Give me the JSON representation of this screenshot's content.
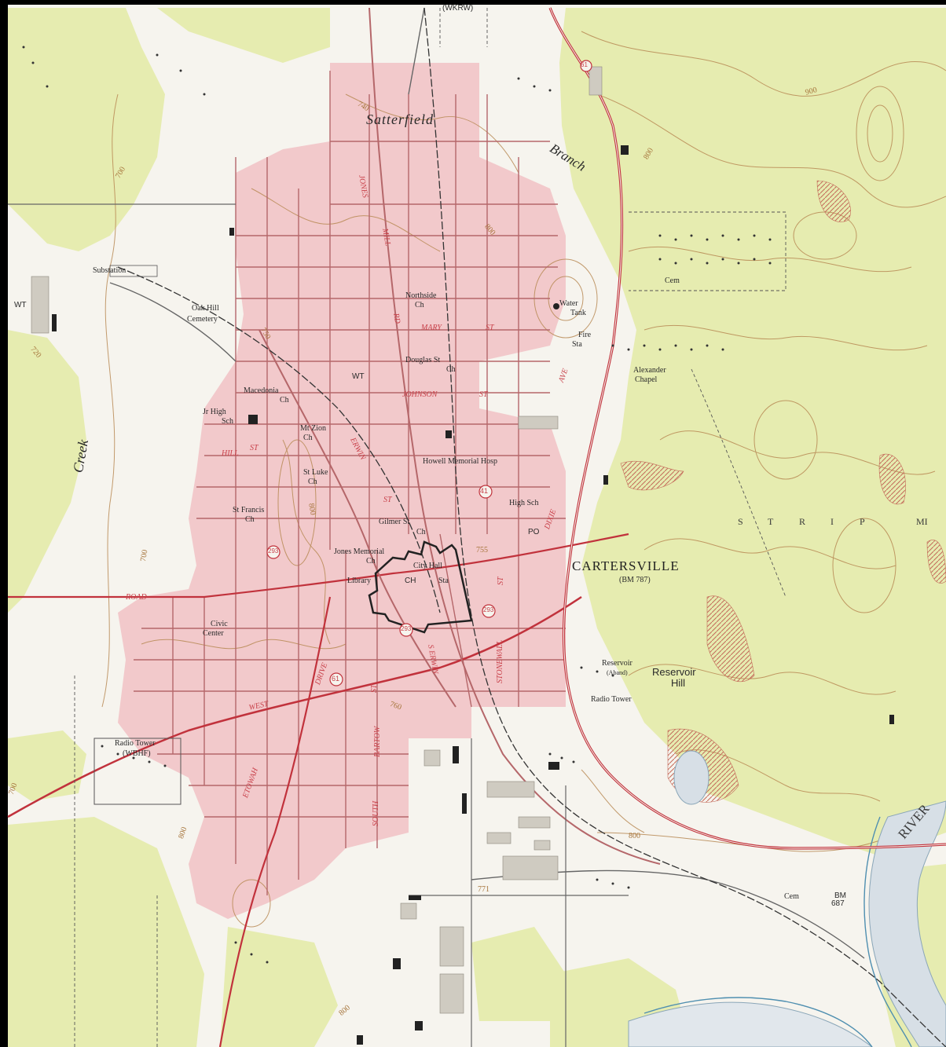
{
  "map": {
    "town": "CARTERSVILLE",
    "town_elevation": "(BM 787)",
    "top_call_sign": "(WKRW)",
    "labels": {
      "satterfield": "Satterfield",
      "branch": "Branch",
      "creek": "Creek",
      "river": "RIVER",
      "strip_s": "S",
      "strip_t": "T",
      "strip_r": "R",
      "strip_i": "I",
      "strip_p": "P",
      "strip_mi": "MI",
      "substation": "Substation",
      "wt_west": "WT",
      "oak_hill": "Oak Hill",
      "cemetery": "Cemetery",
      "northside": "Northside",
      "northside_ch": "Ch",
      "mary": "MARY",
      "st_mary": "ST",
      "douglas": "Douglas St",
      "douglas_ch": "Ch",
      "wt_center": "WT",
      "johnson": "JOHNSON",
      "st_johnson": "ST",
      "water": "Water",
      "tank": "Tank",
      "fire": "Fire",
      "sta_fire": "Sta",
      "alexander": "Alexander",
      "chapel": "Chapel",
      "cem_ne": "Cem",
      "macedonia": "Macedonia",
      "macedonia_ch": "Ch",
      "jr_high": "Jr High",
      "sch_jr": "Sch",
      "mt_zion": "Mt Zion",
      "mt_zion_ch": "Ch",
      "hill": "HILL",
      "st_hill": "ST",
      "st_luke": "St Luke",
      "st_luke_ch": "Ch",
      "erwin_north": "ERWIN",
      "st_erwin": "ST",
      "howell": "Howell Memorial Hosp",
      "high_sch": "High Sch",
      "st_francis": "St Francis",
      "st_francis_ch": "Ch",
      "gilmer": "Gilmer St",
      "gilmer_ch": "Ch",
      "po": "PO",
      "jones_memorial": "Jones Memorial",
      "jones_ch": "Ch",
      "city_hall": "City Hall",
      "library": "Library",
      "ch": "CH",
      "sta_center": "Sta",
      "dixie": "DIXIE",
      "ave": "AVE",
      "stonewall": "STONEWALL",
      "st_stonewall": "ST",
      "road": "ROAD",
      "civic": "Civic",
      "center": "Center",
      "s_erwin": "S ERWIN",
      "west": "WEST",
      "drive": "DRIVE",
      "bartow": "BARTOW",
      "st_bartow": "ST",
      "south": "SOUTH",
      "etowah": "ETOWAH",
      "jones": "JONES",
      "mill": "MILL",
      "rd": "RD",
      "radio_tower_w": "Radio Tower",
      "wbhf": "(WBHF)",
      "reservoir_small": "Reservoir",
      "aband": "(Aband)",
      "reservoir_hill_1": "Reservoir",
      "reservoir_hill_2": "Hill",
      "radio_tower_e": "Radio Tower",
      "cem_se": "Cem",
      "bm": "BM",
      "bm_val": "687",
      "c740": "740",
      "c800_n": "800",
      "c700_w": "700",
      "c720": "720",
      "c750": "750",
      "c800_zion": "800",
      "c760": "760",
      "c755": "755",
      "c771": "771",
      "c800_s": "800",
      "c800_se": "800",
      "c900": "900",
      "c800_ne": "800",
      "c700_sw": "700",
      "c800_sw": "800",
      "c700_w2": "700",
      "r41_n": "41",
      "r41_c": "41",
      "r61": "61",
      "r293_w": "293",
      "r293_c": "293",
      "r293_e": "293",
      "r61_n": "61"
    }
  }
}
